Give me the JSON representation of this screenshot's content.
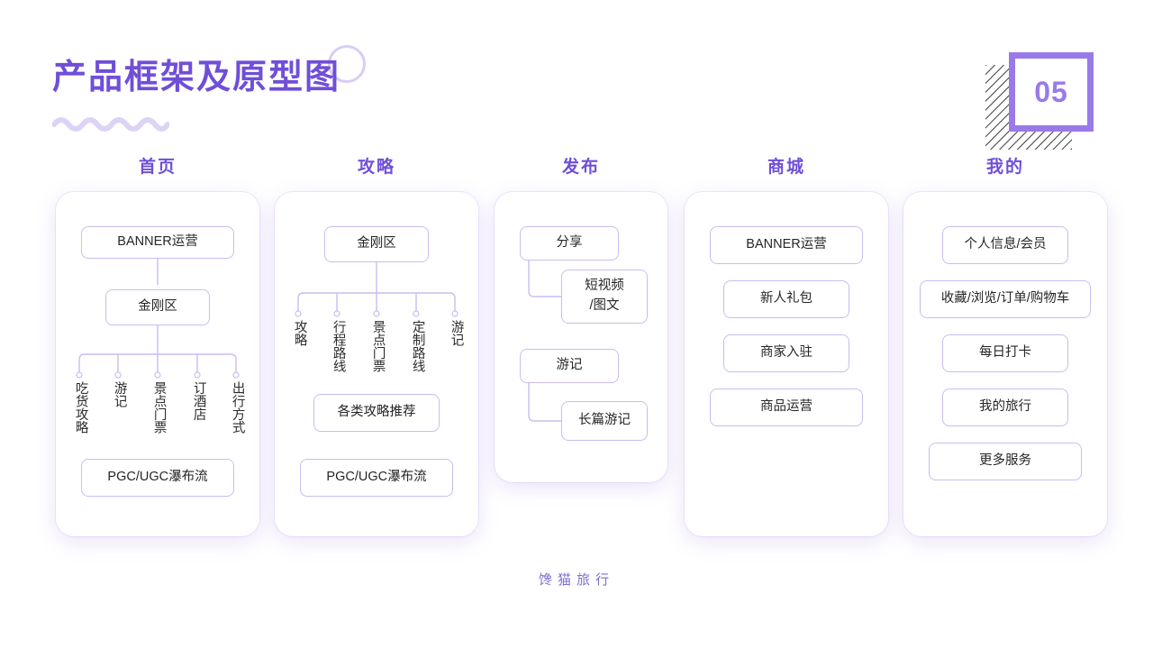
{
  "header": {
    "title": "产品框架及原型图",
    "badge_number": "05",
    "accent_color": "#6f4fd8",
    "badge_color": "#9a7ae8",
    "wave_color": "#ddd3f5"
  },
  "footer": {
    "brand": "馋猫旅行"
  },
  "columns": [
    {
      "title": "首页",
      "nodes": [
        {
          "label": "BANNER运营"
        },
        {
          "label": "金刚区"
        },
        {
          "label": "PGC/UGC瀑布流"
        }
      ],
      "branches": [
        "吃货攻略",
        "游记",
        "景点门票",
        "订酒店",
        "出行方式"
      ]
    },
    {
      "title": "攻略",
      "nodes": [
        {
          "label": "金刚区"
        },
        {
          "label": "各类攻略推荐"
        },
        {
          "label": "PGC/UGC瀑布流"
        }
      ],
      "branches": [
        "攻略",
        "行程路线",
        "景点门票",
        "定制路线",
        "游记"
      ]
    },
    {
      "title": "发布",
      "nodes": [
        {
          "label": "分享"
        },
        {
          "label": "短视频\n/图文"
        },
        {
          "label": "游记"
        },
        {
          "label": "长篇游记"
        }
      ],
      "branches": []
    },
    {
      "title": "商城",
      "nodes": [
        {
          "label": "BANNER运营"
        },
        {
          "label": "新人礼包"
        },
        {
          "label": "商家入驻"
        },
        {
          "label": "商品运营"
        }
      ],
      "branches": []
    },
    {
      "title": "我的",
      "nodes": [
        {
          "label": "个人信息/会员"
        },
        {
          "label": "收藏/浏览/订单/购物车"
        },
        {
          "label": "每日打卡"
        },
        {
          "label": "我的旅行"
        },
        {
          "label": "更多服务"
        }
      ],
      "branches": []
    }
  ]
}
